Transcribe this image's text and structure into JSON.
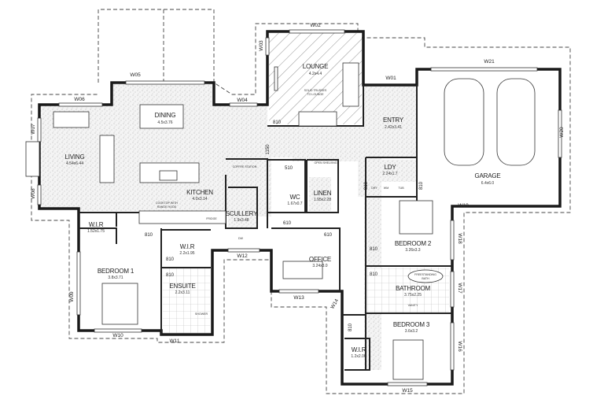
{
  "rooms": [
    {
      "name": "DINING",
      "size": "4.5x3.76"
    },
    {
      "name": "LIVING",
      "size": "4.54x6.44"
    },
    {
      "name": "LOUNGE",
      "size": "4.2x4.4"
    },
    {
      "name": "ENTRY",
      "size": "2.42x3.41"
    },
    {
      "name": "GARAGE",
      "size": "6.4x6.0"
    },
    {
      "name": "KITCHEN",
      "size": "4.0x3.14"
    },
    {
      "name": "SCULLERY",
      "size": "1.9x3.48"
    },
    {
      "name": "WC",
      "size": "1.67x0.7"
    },
    {
      "name": "LINEN",
      "size": "1.95x2.28"
    },
    {
      "name": "LDY",
      "size": "2.24x1.7"
    },
    {
      "name": "W.I.R",
      "size": "1.52x1.75"
    },
    {
      "name": "BEDROOM 1",
      "size": "3.8x3.71"
    },
    {
      "name": "W.I.R",
      "size": "2.2x1.95"
    },
    {
      "name": "ENSUITE",
      "size": "2.2x3.11"
    },
    {
      "name": "OFFICE",
      "size": "3.24x3.0"
    },
    {
      "name": "BEDROOM 2",
      "size": "3.26x3.3"
    },
    {
      "name": "BATHROOM",
      "size": "3.75x2.25"
    },
    {
      "name": "BEDROOM 3",
      "size": "3.6x3.2"
    },
    {
      "name": "W.I.R",
      "size": "1.2x2.06"
    }
  ],
  "notes": {
    "lounge_note_1": "SOLID TRUSSES",
    "lounge_note_2": "TO LOUNGE",
    "coffee_station": "COFFEE STATION",
    "open_shelving": "OPEN SHELVING",
    "fridge": "FRIDGE",
    "cooktop_1": "COOKTOP WITH",
    "cooktop_2": "RANGE HOOD",
    "freestanding_bath_1": "FREESTANDING",
    "freestanding_bath_2": "BATH",
    "shower": "SHOWER",
    "vanity": "VANITY",
    "dry": "DRY",
    "wm": "WM",
    "tub": "TUB",
    "dw": "DW",
    "ceiling": "1150"
  },
  "windows": [
    "W01",
    "W02",
    "W03",
    "W04",
    "W05",
    "W06",
    "W07",
    "W08",
    "W09",
    "W10",
    "W11",
    "W12",
    "W13",
    "W14",
    "W15",
    "W16",
    "W17",
    "W18",
    "W19",
    "W20",
    "W21"
  ],
  "doors": {
    "d810": "810",
    "d610": "610",
    "d510": "510"
  }
}
